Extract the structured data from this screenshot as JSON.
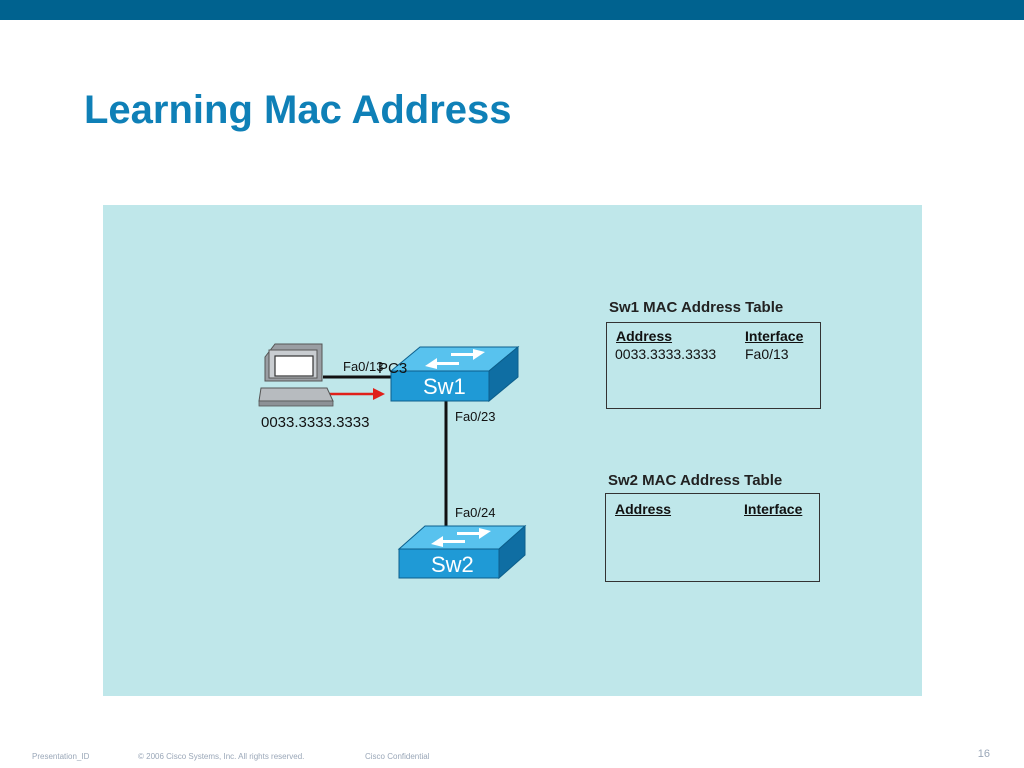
{
  "slide": {
    "title": "Learning Mac Address",
    "page_number": "16",
    "footer": {
      "presentation_id": "Presentation_ID",
      "copyright": "© 2006 Cisco Systems, Inc. All rights reserved.",
      "confidential": "Cisco Confidential"
    }
  },
  "colors": {
    "top_bar": "#00628f",
    "title": "#0f80b7",
    "diagram_bg": "#bfe7ea",
    "switch_blue": "#1f9ad6",
    "arrow": "#e0201a"
  },
  "diagram": {
    "pc": {
      "label": "PC3",
      "mac": "0033.3333.3333"
    },
    "sw1": {
      "label": "Sw1"
    },
    "sw2": {
      "label": "Sw2"
    },
    "ports": {
      "sw1_to_pc": "Fa0/13",
      "sw1_to_sw2": "Fa0/23",
      "sw2_to_sw1": "Fa0/24"
    },
    "sw1_table": {
      "title": "Sw1 MAC Address Table",
      "header_address": "Address",
      "header_interface": "Interface",
      "rows": [
        {
          "address": "0033.3333.3333",
          "interface": "Fa0/13"
        }
      ]
    },
    "sw2_table": {
      "title": "Sw2 MAC Address Table",
      "header_address": "Address",
      "header_interface": "Interface",
      "rows": []
    }
  }
}
